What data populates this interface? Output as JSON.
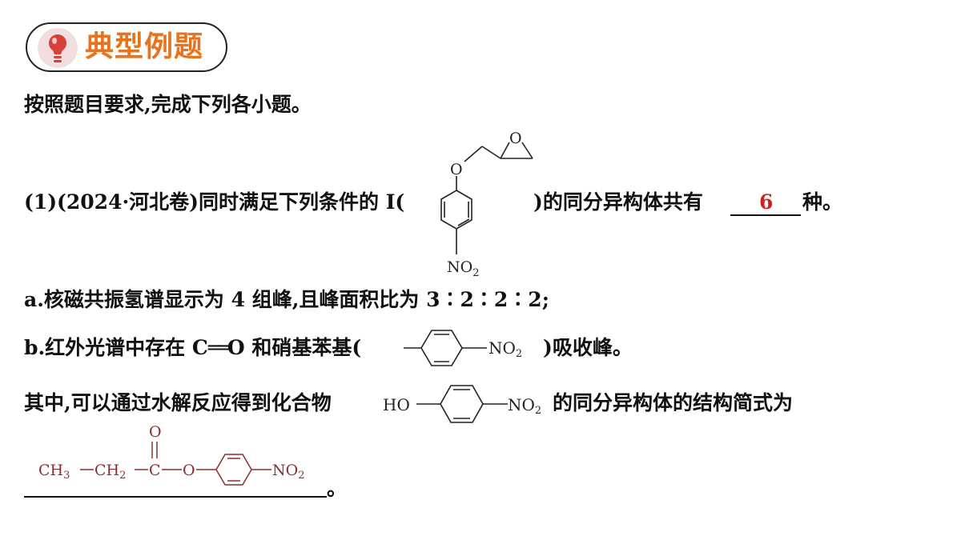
{
  "header": {
    "title": "典型例题",
    "icon": "lightbulb-icon",
    "icon_color": "#d8403a",
    "title_color": "#e8731c"
  },
  "intro": "按照题目要求,完成下列各小题。",
  "q1": {
    "prefix": "(1)(2024·河北卷)同时满足下列条件的 I(",
    "suffix": ")的同分异构体共有",
    "answer": "6",
    "unit": "种。",
    "mol_o": "O",
    "mol_epoxide_o": "O",
    "mol_no2": "NO",
    "mol_no2_sub": "2"
  },
  "cond_a": "a.核磁共振氢谱显示为 4 组峰,且峰面积比为 3∶2∶2∶2;",
  "cond_b": {
    "prefix": "b.红外光谱中存在 C",
    "bond": "══",
    "mid": "O 和硝基苯基(",
    "no2": "NO",
    "no2_sub": "2",
    "suffix": ")吸收峰。"
  },
  "final": {
    "prefix": "其中,可以通过水解反应得到化合物",
    "ho": "HO",
    "no2": "NO",
    "no2_sub": "2",
    "suffix": "的同分异构体的结构简式为"
  },
  "answer_struct": {
    "color": "#8b2e2e",
    "ch3": "CH",
    "ch3_sub": "3",
    "ch2": "CH",
    "ch2_sub": "2",
    "c": "C",
    "carbonyl_o": "O",
    "ester_o": "O",
    "no2": "NO",
    "no2_sub": "2"
  },
  "period": "。"
}
